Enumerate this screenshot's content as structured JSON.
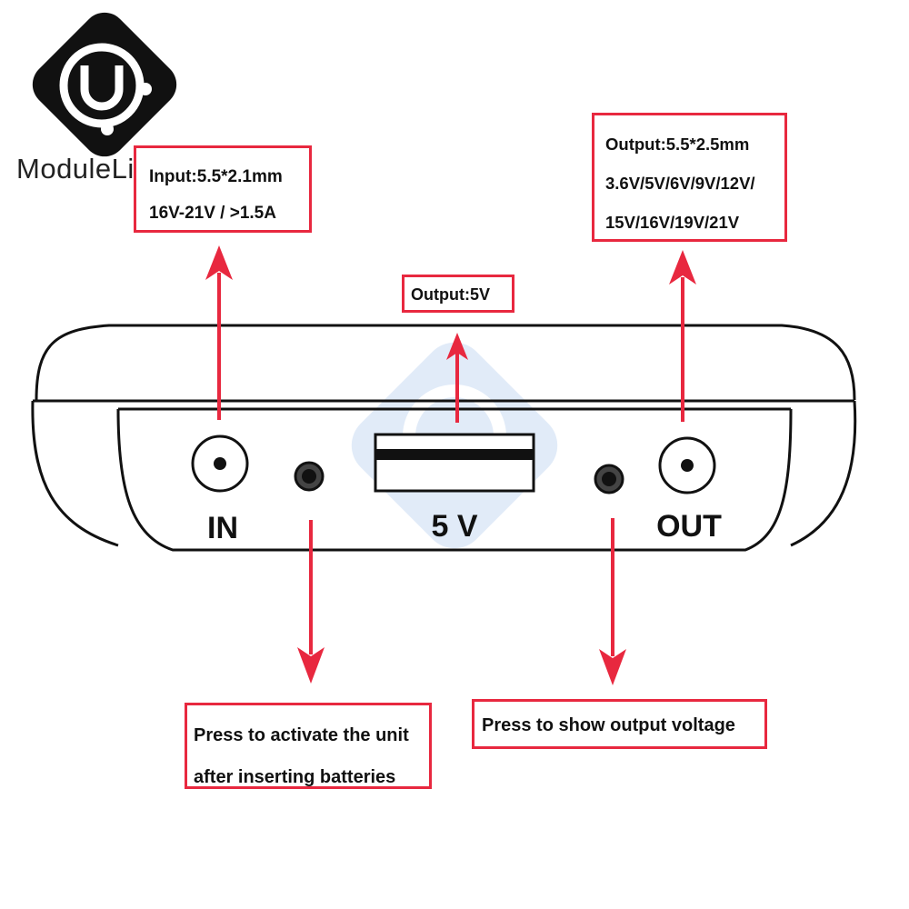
{
  "brand": {
    "name": "ModuleLive"
  },
  "callouts": {
    "input": {
      "line1": "Input:5.5*2.1mm",
      "line2": "16V-21V / >1.5A"
    },
    "usb_output": {
      "line1": "Output:5V"
    },
    "dc_output": {
      "line1": "Output:5.5*2.5mm",
      "line2": "3.6V/5V/6V/9V/12V/",
      "line3": "15V/16V/19V/21V"
    },
    "activate_button": {
      "line1": "Press to activate the unit",
      "line2": "after inserting batteries"
    },
    "voltage_button": {
      "line1": "Press to show output voltage"
    }
  },
  "device": {
    "in_label": "IN",
    "usb_label": "5 V",
    "out_label": "OUT"
  },
  "colors": {
    "accent": "#e8283f",
    "watermark": "#c9dbf3",
    "outline": "#111111"
  },
  "icons": [
    "module-live-logo-icon",
    "arrow-up-icon",
    "arrow-down-icon",
    "watermark-logo-icon"
  ]
}
